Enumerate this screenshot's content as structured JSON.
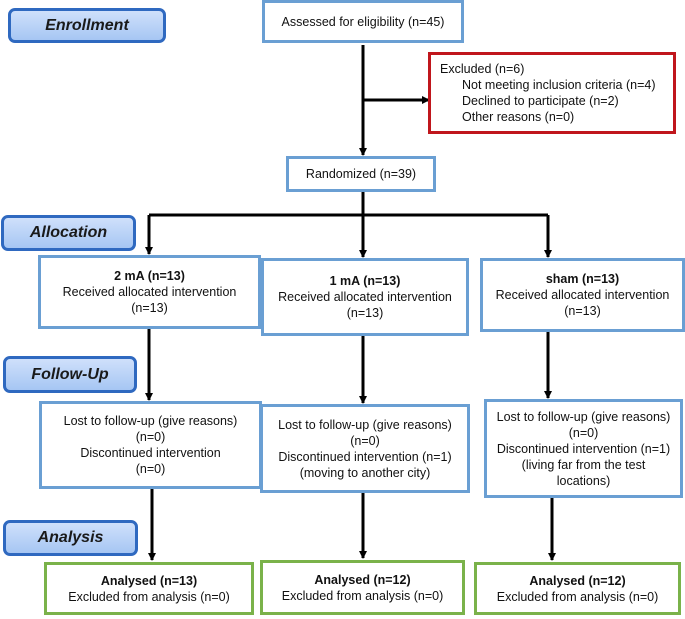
{
  "stages": {
    "enrollment": "Enrollment",
    "allocation": "Allocation",
    "followup": "Follow-Up",
    "analysis": "Analysis"
  },
  "assessed": "Assessed for eligibility (n=45)",
  "excluded": {
    "title": "Excluded (n=6)",
    "items": [
      "Not meeting inclusion criteria (n=4)",
      "Declined to participate (n=2)",
      "Other reasons (n=0)"
    ]
  },
  "randomized": "Randomized (n=39)",
  "arms": [
    {
      "allocation": {
        "name": "2 mA (n=13)",
        "line": "Received allocated intervention",
        "n": "(n=13)"
      },
      "followup": {
        "lost": "Lost to follow-up (give reasons)",
        "lost_n": "(n=0)",
        "disc": "Discontinued intervention",
        "disc_n": "(n=0)"
      },
      "analysis": {
        "analysed": "Analysed (n=13)",
        "excluded": "Excluded from analysis (n=0)"
      }
    },
    {
      "allocation": {
        "name": "1 mA (n=13)",
        "line": "Received allocated intervention",
        "n": "(n=13)"
      },
      "followup": {
        "lost": "Lost to follow-up (give reasons)",
        "lost_n": "(n=0)",
        "disc": "Discontinued intervention (n=1)",
        "reason": "(moving to another city)"
      },
      "analysis": {
        "analysed": "Analysed (n=12)",
        "excluded": "Excluded from analysis (n=0)"
      }
    },
    {
      "allocation": {
        "name": "sham (n=13)",
        "line": "Received allocated intervention",
        "n": "(n=13)"
      },
      "followup": {
        "lost": "Lost to follow-up (give reasons)",
        "lost_n": "(n=0)",
        "disc": "Discontinued intervention (n=1)",
        "reason": "(living far from the test",
        "reason2": "locations)"
      },
      "analysis": {
        "analysed": "Analysed (n=12)",
        "excluded": "Excluded from analysis (n=0)"
      }
    }
  ]
}
